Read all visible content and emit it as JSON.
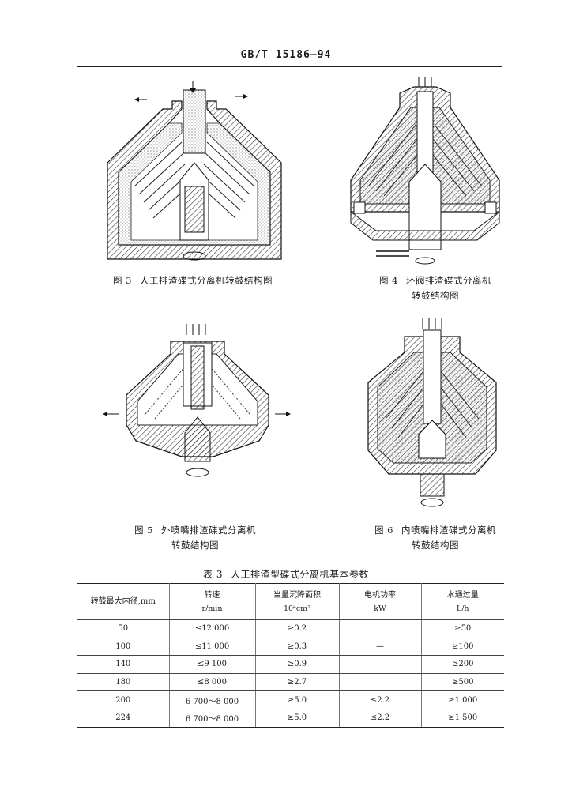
{
  "header": {
    "standard_code": "GB/T 15186—94"
  },
  "figures": [
    {
      "number": "图 3",
      "caption_line1": "人工排渣碟式分离机转鼓结构图",
      "caption_line2": ""
    },
    {
      "number": "图 4",
      "caption_line1": "环阀排渣碟式分离机",
      "caption_line2": "转鼓结构图"
    },
    {
      "number": "图 5",
      "caption_line1": "外喷嘴排渣碟式分离机",
      "caption_line2": "转鼓结构图"
    },
    {
      "number": "图 6",
      "caption_line1": "内喷嘴排渣碟式分离机",
      "caption_line2": "转鼓结构图"
    }
  ],
  "table": {
    "number": "表 3",
    "title": "人工排渣型碟式分离机基本参数",
    "columns": [
      {
        "label": "转鼓最大内径,mm",
        "unit": ""
      },
      {
        "label": "转速",
        "unit": "r/min"
      },
      {
        "label": "当量沉降面积",
        "unit": "10⁴cm²"
      },
      {
        "label": "电机功率",
        "unit": "kW"
      },
      {
        "label": "水通过量",
        "unit": "L/h"
      }
    ],
    "rows": [
      [
        "50",
        "≤12 000",
        "≥0.2",
        "",
        "≥50"
      ],
      [
        "100",
        "≤11 000",
        "≥0.3",
        "—",
        "≥100"
      ],
      [
        "140",
        "≤9 100",
        "≥0.9",
        "",
        "≥200"
      ],
      [
        "180",
        "≤8 000",
        "≥2.7",
        "",
        "≥500"
      ],
      [
        "200",
        "6 700～8 000",
        "≥5.0",
        "≤2.2",
        "≥1 000"
      ],
      [
        "224",
        "6 700～8 000",
        "≥5.0",
        "≤2.2",
        "≥1 500"
      ]
    ]
  },
  "colors": {
    "ink": "#1a1a1a",
    "hatch": "#333333",
    "paper": "#ffffff"
  }
}
